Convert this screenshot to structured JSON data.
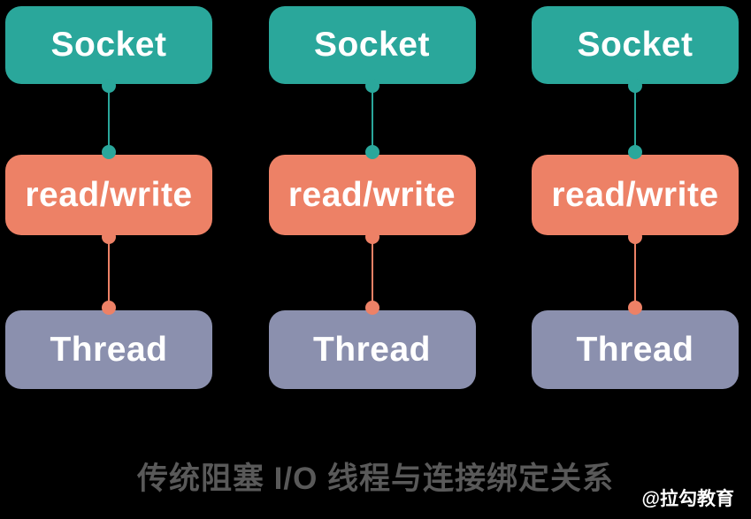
{
  "colors": {
    "background": "#000000",
    "socket": "#2AA79B",
    "readwrite": "#ED8166",
    "thread": "#8B90AE",
    "label_text": "#FFFFFF",
    "caption_text": "#595959",
    "watermark_text": "#FFFFFF"
  },
  "diagram": {
    "columns": [
      {
        "socket_label": "Socket",
        "readwrite_label": "read/write",
        "thread_label": "Thread"
      },
      {
        "socket_label": "Socket",
        "readwrite_label": "read/write",
        "thread_label": "Thread"
      },
      {
        "socket_label": "Socket",
        "readwrite_label": "read/write",
        "thread_label": "Thread"
      }
    ],
    "caption": "传统阻塞 I/O 线程与连接绑定关系",
    "watermark": "@拉勾教育"
  }
}
